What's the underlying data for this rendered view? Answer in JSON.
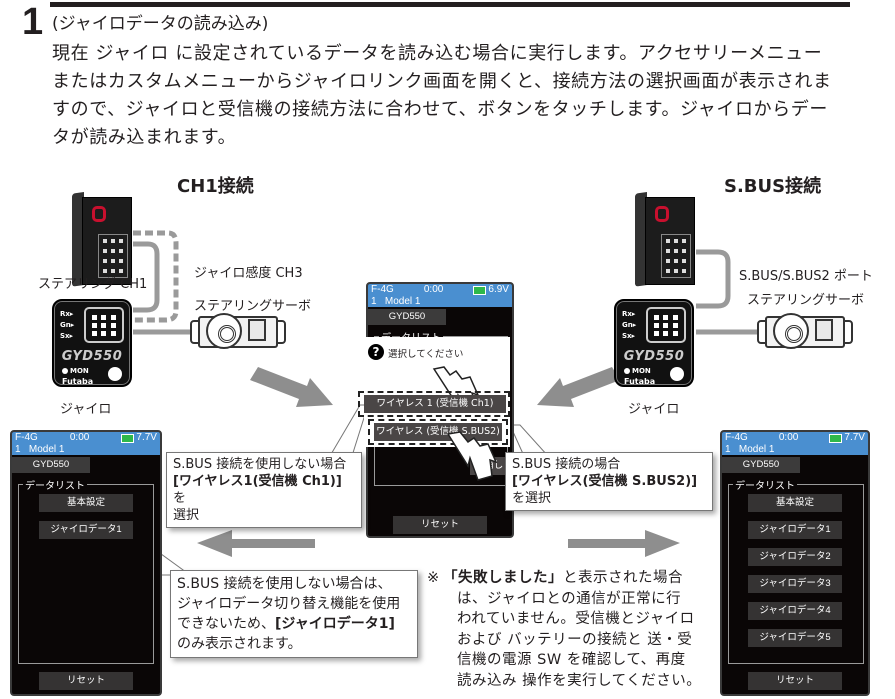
{
  "step": {
    "number": "1",
    "title": "(ジャイロデータの読み込み)",
    "body": "現在 ジャイロ に設定されているデータを読み込む場合に実行します。アクセサリーメニューまたはカスタムメニューからジャイロリンク画面を開くと、接続方法の選択画面が表示されますので、ジャイロと受信機の接続方法に合わせて、ボタンをタッチします。ジャイロからデータが読み込まれます。"
  },
  "diagrams": {
    "left": {
      "heading": "CH1接続",
      "label_steering_ch1": "ステアリング CH1",
      "label_gyro_gain": "ジャイロ感度 CH3",
      "label_servo": "ステアリングサーボ",
      "label_gyro": "ジャイロ"
    },
    "right": {
      "heading": "S.BUS接続",
      "label_port": "S.BUS/S.BUS2 ポート",
      "label_servo": "ステアリングサーボ",
      "label_gyro": "ジャイロ"
    },
    "gyro_device": {
      "pin_labels": [
        "Rx▸",
        "Gn▸",
        "Sx▸"
      ],
      "model": "GYD550",
      "mon_label": "MON",
      "brand": "Futaba"
    }
  },
  "screens": {
    "center": {
      "system": "F-4G",
      "time": "0:00",
      "battery": "6.9V",
      "model_no": "1",
      "model_name": "Model 1",
      "gyro_name": "GYD550",
      "list_title": "データリスト",
      "prompt": "選択してください",
      "option_ch1": "ワイヤレス 1 (受信機 Ch1)",
      "option_sbus2": "ワイヤレス (受信機 S.BUS2)",
      "cancel_label": "取消し",
      "reset_label": "リセット"
    },
    "left": {
      "system": "F-4G",
      "time": "0:00",
      "battery": "7.7V",
      "model_no": "1",
      "model_name": "Model 1",
      "gyro_name": "GYD550",
      "list_title": "データリスト",
      "items": [
        "基本設定",
        "ジャイロデータ1"
      ],
      "reset_label": "リセット"
    },
    "right": {
      "system": "F-4G",
      "time": "0:00",
      "battery": "7.7V",
      "model_no": "1",
      "model_name": "Model 1",
      "gyro_name": "GYD550",
      "list_title": "データリスト",
      "items": [
        "基本設定",
        "ジャイロデータ1",
        "ジャイロデータ2",
        "ジャイロデータ3",
        "ジャイロデータ4",
        "ジャイロデータ5"
      ],
      "reset_label": "リセット"
    }
  },
  "callouts": {
    "no_sbus_select": {
      "line1": "S.BUS 接続を使用しない場合",
      "line2_bold": "[ワイヤレス1(受信機 Ch1)]",
      "line2_tail": " を",
      "line3": "選択"
    },
    "sbus_select": {
      "line1": "S.BUS 接続の場合",
      "line2_bold": "[ワイヤレス(受信機 S.BUS2)]",
      "line3": "を選択"
    },
    "no_sbus_info": {
      "line1": "S.BUS 接続を使用しない場合は、",
      "line2": "ジャイロデータ切り替え機能を使用",
      "line3_pre": "できないため、",
      "line3_bold": "[ジャイロデータ1]",
      "line4": "のみ表示されます。"
    }
  },
  "note": {
    "mark": "※",
    "bold": "「失敗しました」",
    "line1_tail": "と表示された場合",
    "lines": [
      "は、ジャイロとの通信が正常に行",
      "われていません。受信機とジャイロ",
      "および バッテリーの接続と 送・受",
      "信機の電源 SW を確認して、再度",
      "読み込み 操作を実行してください。"
    ]
  },
  "colors": {
    "status_bar": "#4a8fd0",
    "screen_bg": "#0a0606",
    "button_bg": "#353333",
    "arrow": "#8e8e8e",
    "cable": "#9a9a9a"
  }
}
